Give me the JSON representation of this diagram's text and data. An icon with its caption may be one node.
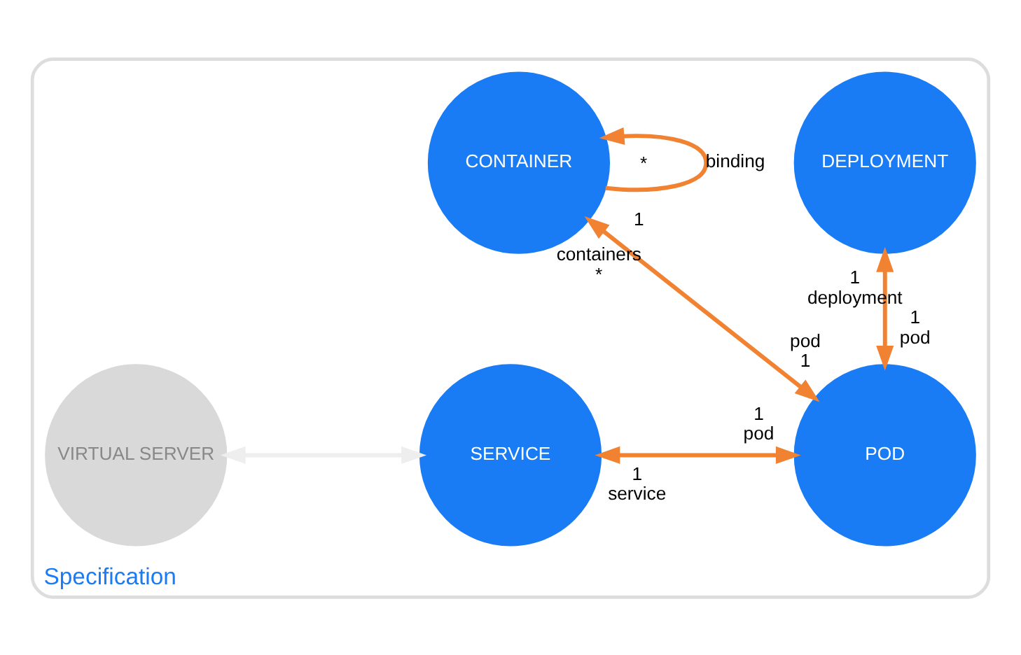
{
  "diagram": {
    "nodes": [
      {
        "text": [
          "Specification"
        ]
      },
      {
        "text": [
          "CONTAINER"
        ],
        "in": 0
      },
      {
        "text": [
          "DEPLOYMENT"
        ],
        "in": 0
      },
      {
        "text": [
          "POD"
        ],
        "in": 0
      },
      {
        "text": [
          "SERVICE"
        ],
        "in": 0
      },
      {
        "text": [
          "VIRTUAL SERVER"
        ],
        "in": 0
      }
    ],
    "edges": [
      {
        "from": 1,
        "to": 1,
        "arrow": "to",
        "label": "binding"
      },
      {
        "from": 3,
        "to": 1,
        "arrow": "both"
      },
      {
        "from": 3,
        "to": 4,
        "arrow": "both"
      },
      {
        "from": 3,
        "to": 2,
        "arrow": "both"
      },
      {
        "from": 4,
        "to": 5,
        "arrow": "both",
        "color": "#eeeeee"
      }
    ],
    "labels": [
      "1",
      "*",
      "containers",
      "*",
      "pod",
      "1",
      "1",
      "deployment",
      "1",
      "1",
      "pod",
      "1",
      "service",
      "pod"
    ]
  }
}
